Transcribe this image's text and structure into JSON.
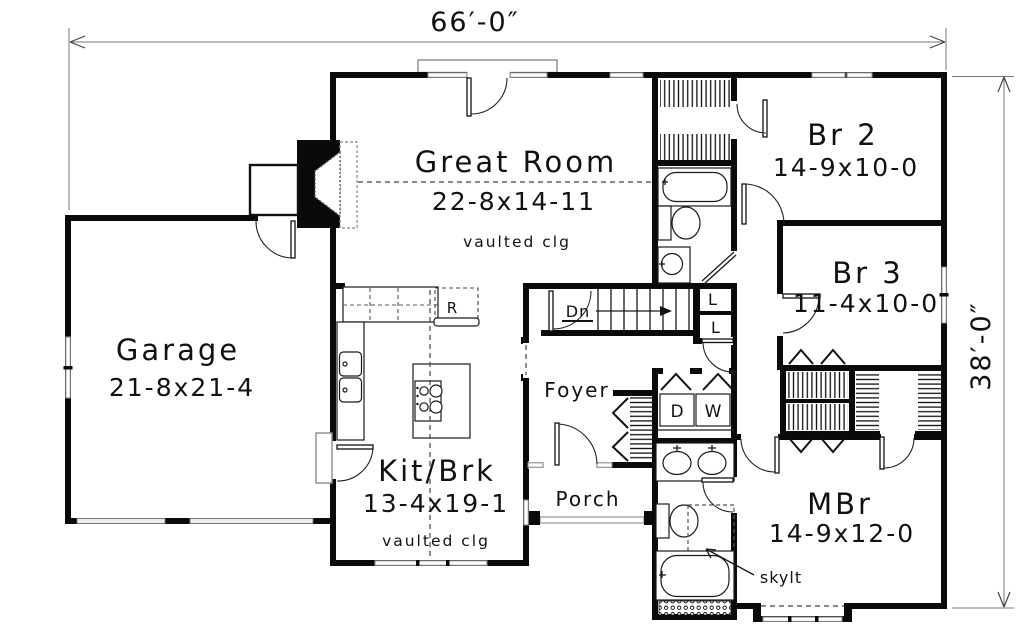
{
  "dimensions": {
    "overall_width": "66′-0″",
    "overall_depth": "38′-0″"
  },
  "rooms": {
    "great_room": {
      "name": "Great Room",
      "size": "22-8x14-11",
      "note": "vaulted clg"
    },
    "garage": {
      "name": "Garage",
      "size": "21-8x21-4"
    },
    "kitchen_breakfast": {
      "name": "Kit/Brk",
      "size": "13-4x19-1",
      "note": "vaulted clg"
    },
    "foyer": {
      "name": "Foyer"
    },
    "porch": {
      "name": "Porch"
    },
    "bedroom_2": {
      "name": "Br 2",
      "size": "14-9x10-0"
    },
    "bedroom_3": {
      "name": "Br 3",
      "size": "11-4x10-0"
    },
    "master_bedroom": {
      "name": "MBr",
      "size": "14-9x12-0"
    }
  },
  "labels": {
    "stairs_down": "Dn",
    "dryer": "D",
    "washer": "W",
    "range": "R",
    "linen_upper": "L",
    "linen_lower": "L",
    "skylight": "skylt"
  }
}
